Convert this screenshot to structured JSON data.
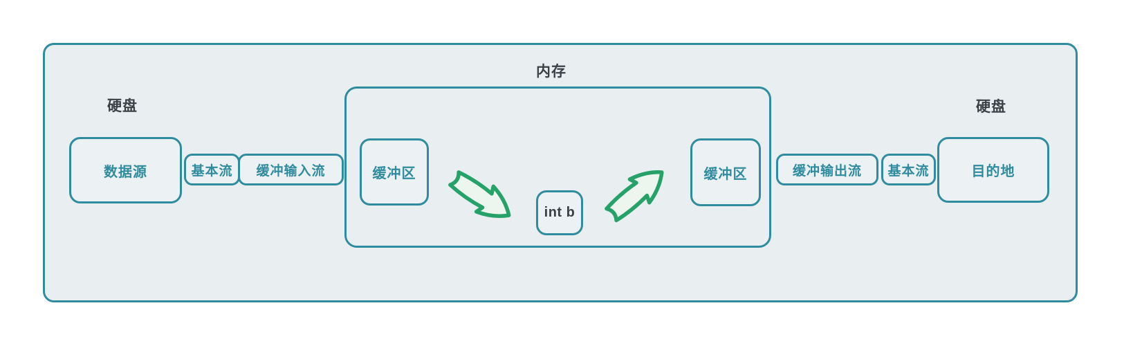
{
  "diagram": {
    "zones": {
      "disk_left_label": "硬盘",
      "memory_label": "内存",
      "disk_right_label": "硬盘"
    },
    "nodes": {
      "data_source": "数据源",
      "basic_stream_left": "基本流",
      "buffered_input_stream": "缓冲输入流",
      "buffer_left": "缓冲区",
      "variable": "int b",
      "buffer_right": "缓冲区",
      "buffered_output_stream": "缓冲输出流",
      "basic_stream_right": "基本流",
      "destination": "目的地"
    },
    "icons": {
      "arrow_left": "block-arrow-down-right",
      "arrow_right": "block-arrow-up-right"
    },
    "colors": {
      "outline_teal": "#2f8b9e",
      "panel_fill": "#e9eef1",
      "node_fill": "#ecf1f3",
      "label_dark": "#3a4045",
      "arrow_green": "#26a269",
      "arrow_fill": "#edf5ef",
      "page_background": "#ffffff"
    }
  }
}
